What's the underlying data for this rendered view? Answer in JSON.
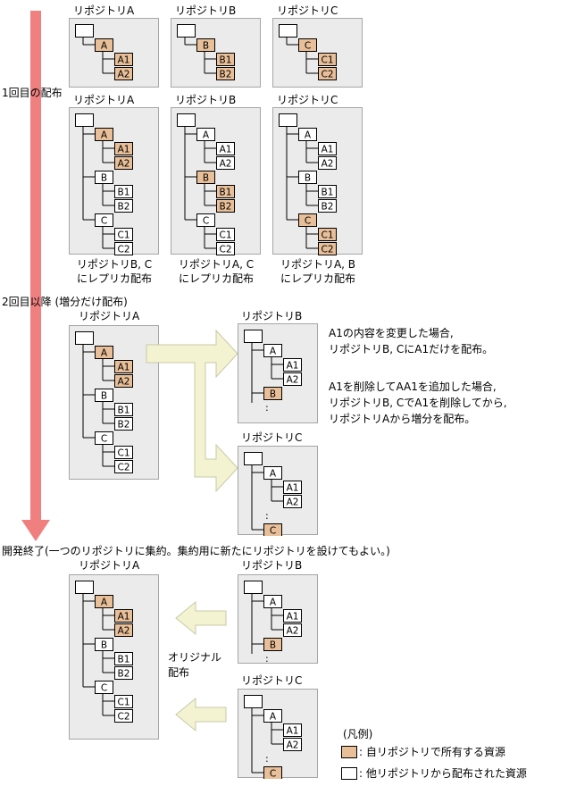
{
  "colors": {
    "own_resource": "#e8bf98",
    "other_resource": "#ffffff",
    "panel": "#ebebeb",
    "timeline": "#f08080",
    "arrow": "#f3f3d2"
  },
  "repo_a": "リポジトリA",
  "repo_b": "リポジトリB",
  "repo_c": "リポジトリC",
  "nodes": {
    "A": "A",
    "A1": "A1",
    "A2": "A2",
    "B": "B",
    "B1": "B1",
    "B2": "B2",
    "C": "C",
    "C1": "C1",
    "C2": "C2",
    "ellipsis": ":"
  },
  "phase1_label": "1回目の配布",
  "phase1_captions": [
    [
      "リポジトリB, C",
      "にレプリカ配布"
    ],
    [
      "リポジトリA, C",
      "にレプリカ配布"
    ],
    [
      "リポジトリA, B",
      "にレプリカ配布"
    ]
  ],
  "phase2_label": "2回目以降 (増分だけ配布)",
  "note1": "A1の内容を変更した場合,\nリポジトリB, CにA1だけを配布。",
  "note2": "A1を削除してAA1を追加した場合,\nリポジトリB, CでA1を削除してから,\nリポジトリAから増分を配布。",
  "phase3_label": "開発終了(一つのリポジトリに集約。集約用に新たにリポジトリを設けてもよい。)",
  "original_label": "オリジナル\n配布",
  "legend": {
    "title": "(凡例)",
    "own": ": 自リポジトリで所有する資源",
    "other": ": 他リポジトリから配布された資源"
  }
}
